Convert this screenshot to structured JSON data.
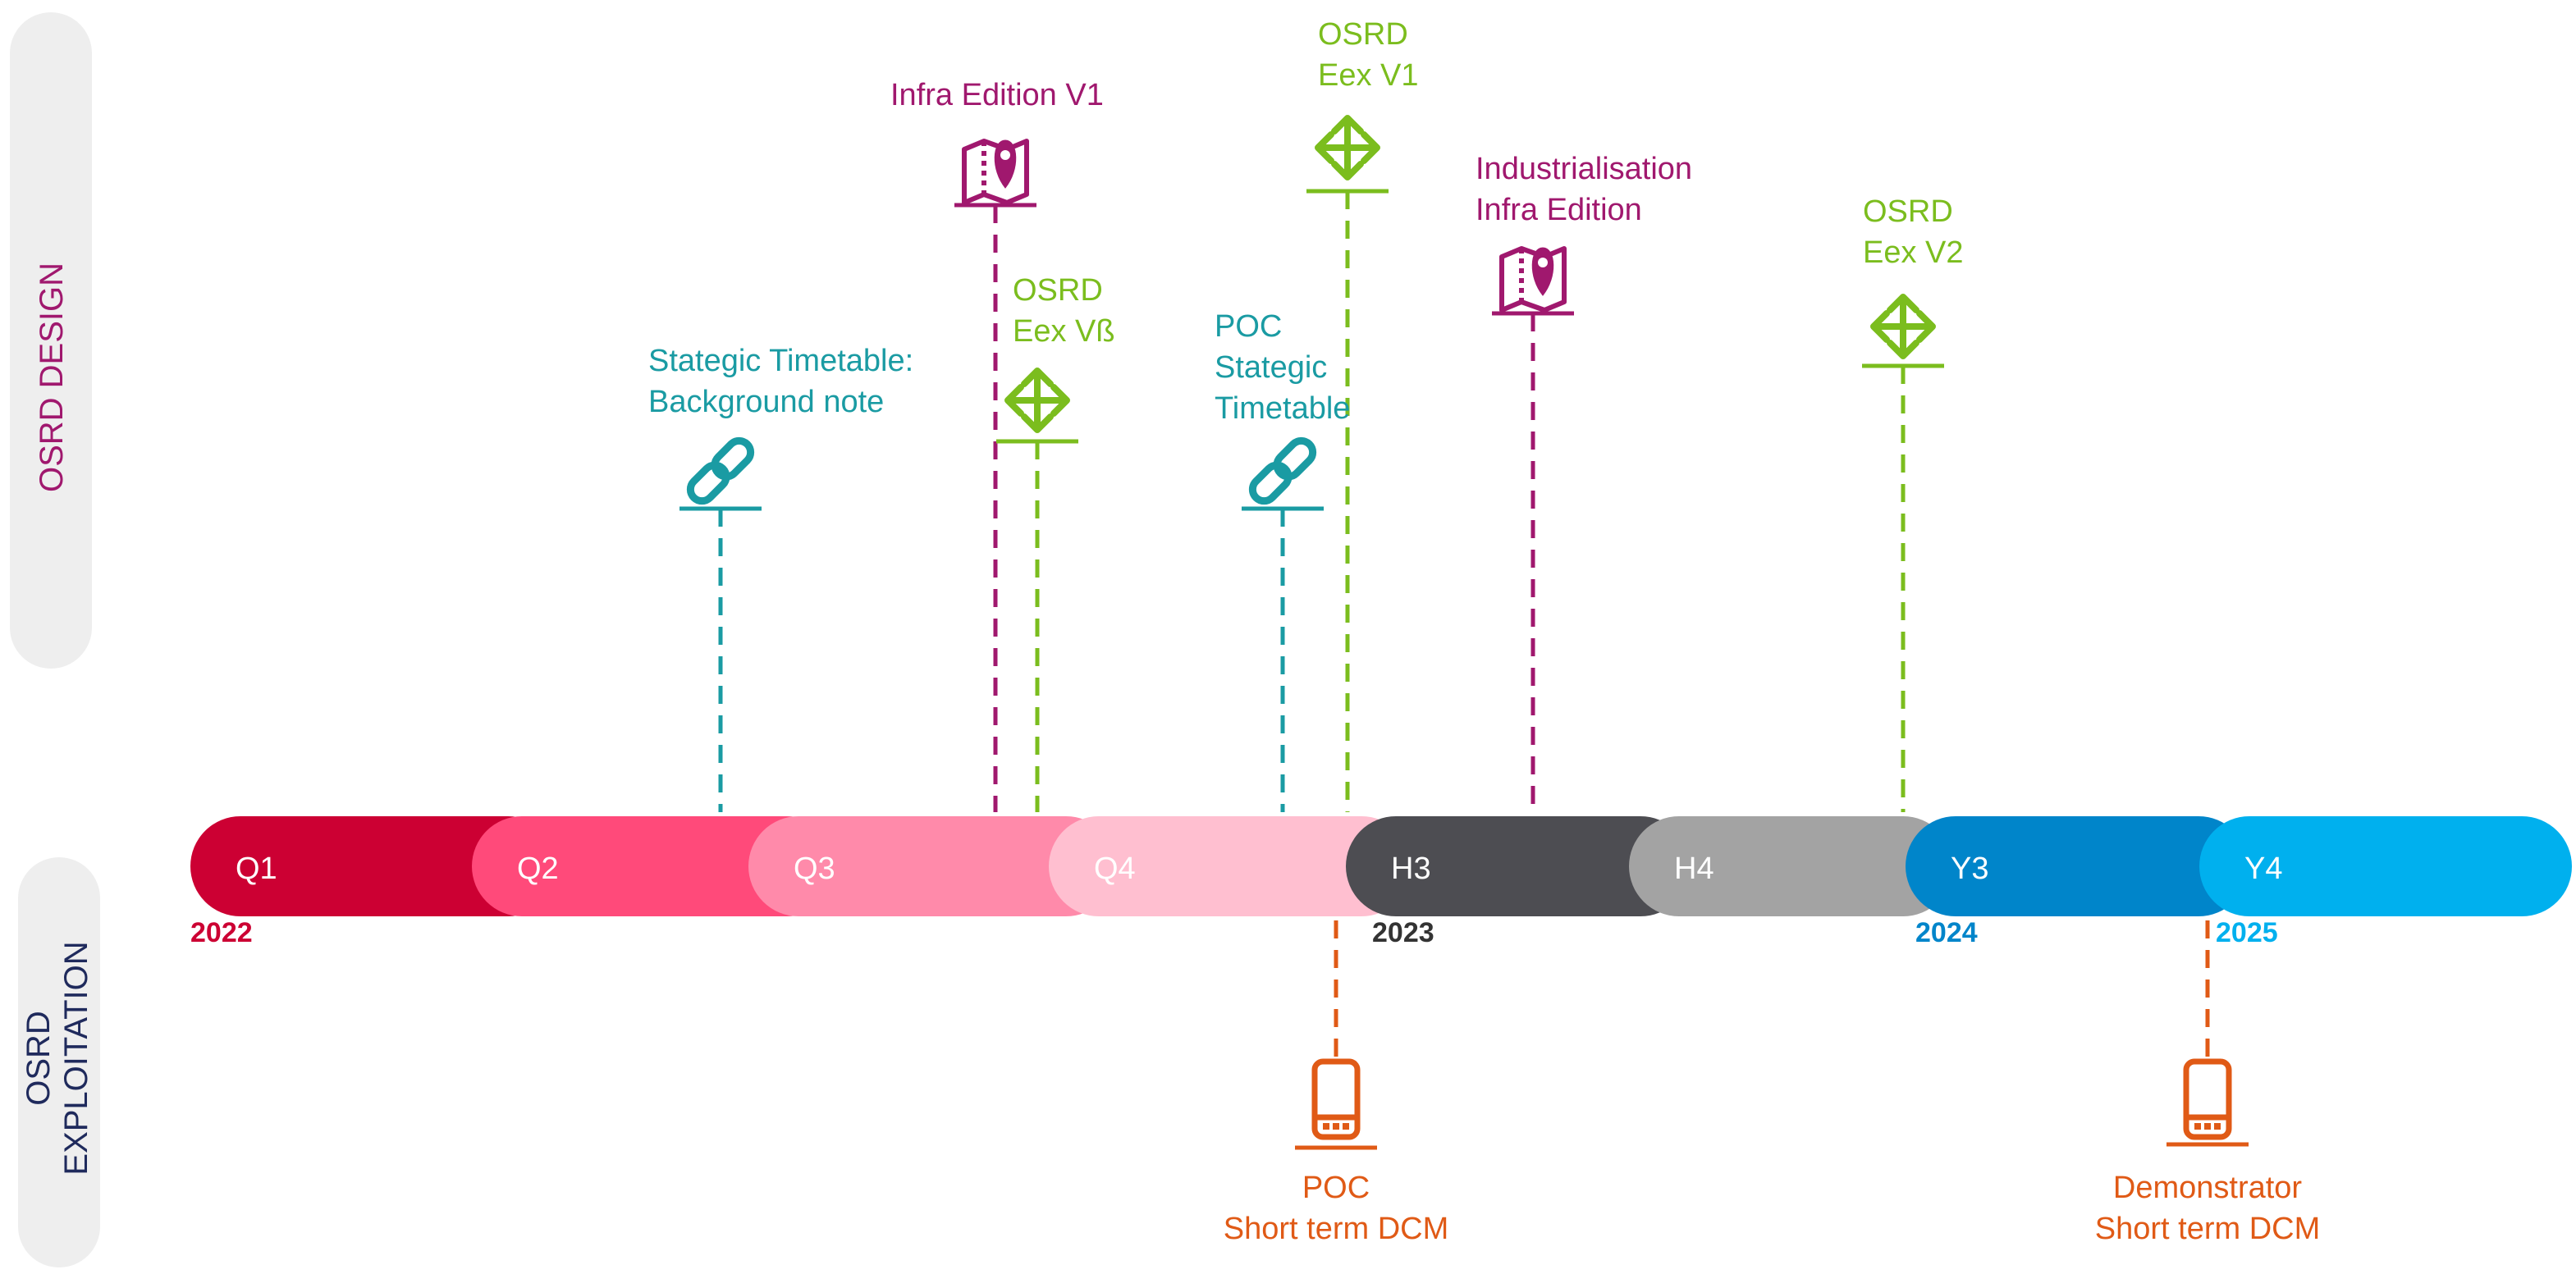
{
  "lanes": {
    "design": {
      "label": "OSRD DESIGN",
      "color": "#a0186e"
    },
    "exploitation": {
      "line1": "OSRD",
      "line2": "EXPLOITATION",
      "color": "#1f2a5c"
    }
  },
  "timeline": [
    {
      "label": "Q1",
      "color": "#cc0033"
    },
    {
      "label": "Q2",
      "color": "#ff4a7a"
    },
    {
      "label": "Q3",
      "color": "#ff8aaa"
    },
    {
      "label": "Q4",
      "color": "#ffbfd0"
    },
    {
      "label": "H3",
      "color": "#4d4d52"
    },
    {
      "label": "H4",
      "color": "#a3a3a3"
    },
    {
      "label": "Y3",
      "color": "#0085ca"
    },
    {
      "label": "Y4",
      "color": "#00b0ee"
    }
  ],
  "years": [
    {
      "label": "2022",
      "color": "#cc0033"
    },
    {
      "label": "2023",
      "color": "#333333"
    },
    {
      "label": "2024",
      "color": "#0085ca"
    },
    {
      "label": "2025",
      "color": "#00b0ee"
    }
  ],
  "milestones": [
    {
      "lines": [
        "Stategic Timetable:",
        "Background note"
      ],
      "icon": "link-icon",
      "color": "#1a9ba3"
    },
    {
      "lines": [
        "Infra Edition V1"
      ],
      "icon": "map-pin-icon",
      "color": "#a0186e"
    },
    {
      "lines": [
        "OSRD",
        "Eex Vß"
      ],
      "icon": "move-arrows-icon",
      "color": "#7bbd1e"
    },
    {
      "lines": [
        "POC",
        "Stategic",
        "Timetable"
      ],
      "icon": "link-icon",
      "color": "#1a9ba3"
    },
    {
      "lines": [
        "OSRD",
        "Eex V1"
      ],
      "icon": "move-arrows-icon",
      "color": "#7bbd1e"
    },
    {
      "lines": [
        "Industrialisation",
        "Infra Edition"
      ],
      "icon": "map-pin-icon",
      "color": "#a0186e"
    },
    {
      "lines": [
        "OSRD",
        "Eex V2"
      ],
      "icon": "move-arrows-icon",
      "color": "#7bbd1e"
    },
    {
      "lines": [
        "POC",
        "Short term DCM"
      ],
      "icon": "mobile-phone-icon",
      "color": "#e05a16"
    },
    {
      "lines": [
        "Demonstrator",
        "Short term DCM"
      ],
      "icon": "mobile-phone-icon",
      "color": "#e05a16"
    }
  ]
}
